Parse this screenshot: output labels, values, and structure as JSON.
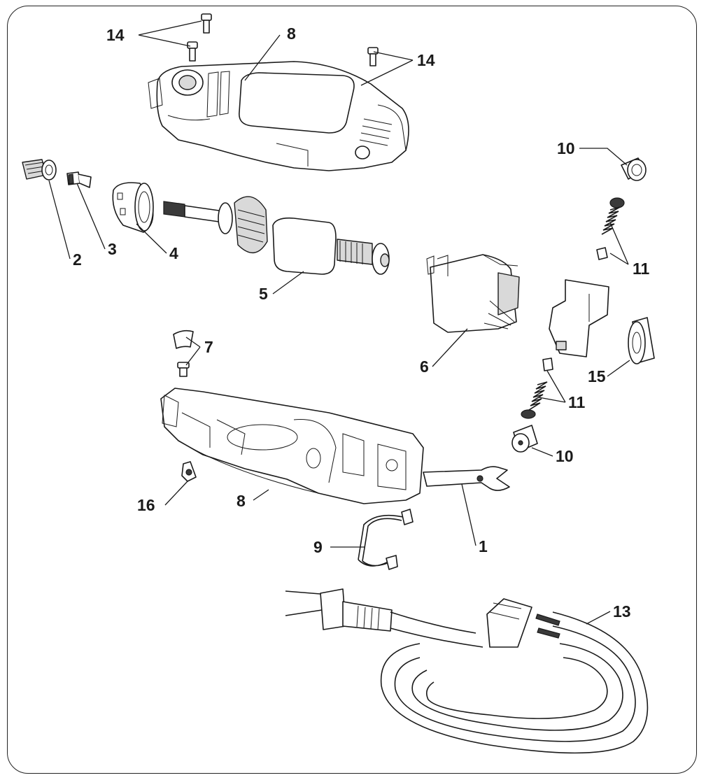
{
  "callouts": {
    "n1": "1",
    "n2": "2",
    "n3": "3",
    "n4": "4",
    "n5": "5",
    "n6": "6",
    "n7": "7",
    "n8_top": "8",
    "n8_bottom": "8",
    "n9": "9",
    "n10_top": "10",
    "n10_bottom": "10",
    "n11_top": "11",
    "n11_bottom": "11",
    "n13": "13",
    "n14_left": "14",
    "n14_right": "14",
    "n15": "15",
    "n16": "16"
  },
  "colors": {
    "line": "#1a1a1a",
    "fill_light": "#d9d9d9",
    "fill_dark": "#3a3a3a",
    "background": "#ffffff"
  }
}
